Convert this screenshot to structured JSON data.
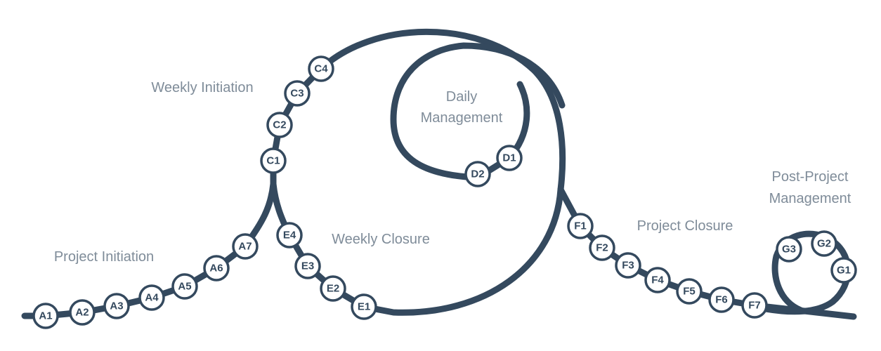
{
  "phases": {
    "project_initiation": "Project Initiation",
    "weekly_initiation": "Weekly Initiation",
    "daily_management_1": "Daily",
    "daily_management_2": "Management",
    "weekly_closure": "Weekly Closure",
    "project_closure": "Project Closure",
    "post_project_1": "Post-Project",
    "post_project_2": "Management"
  },
  "nodes": {
    "A1": "A1",
    "A2": "A2",
    "A3": "A3",
    "A4": "A4",
    "A5": "A5",
    "A6": "A6",
    "A7": "A7",
    "C1": "C1",
    "C2": "C2",
    "C3": "C3",
    "C4": "C4",
    "D1": "D1",
    "D2": "D2",
    "E1": "E1",
    "E2": "E2",
    "E3": "E3",
    "E4": "E4",
    "F1": "F1",
    "F2": "F2",
    "F3": "F3",
    "F4": "F4",
    "F5": "F5",
    "F6": "F6",
    "F7": "F7",
    "G1": "G1",
    "G2": "G2",
    "G3": "G3"
  },
  "colors": {
    "track": "#34495e",
    "label": "#7f8c99",
    "node_fill": "#ffffff"
  }
}
